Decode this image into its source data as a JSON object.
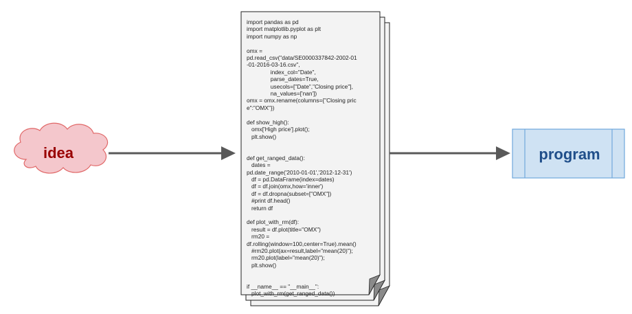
{
  "idea": {
    "label": "idea",
    "fill": "#f4c7cc",
    "stroke": "#e06666",
    "text_color": "#990000"
  },
  "program": {
    "label": "program",
    "fill": "#cfe2f3",
    "stroke": "#6fa8dc",
    "text_color": "#1f4e8a"
  },
  "arrow_color": "#595959",
  "code": {
    "text": "import pandas as pd\nimport matplotlib.pyplot as plt\nimport numpy as np\n\nomx =\npd.read_csv(\"data/SE0000337842-2002-01-01-2016-03-16.csv\",\n               index_col=\"Date\",\n               parse_dates=True,\n               usecols=[\"Date\",\"Closing price\"],\n               na_values=['nan'])\nomx = omx.rename(columns={\"Closing price\":\"OMX\"})\n\ndef show_high():\n   omx['High price'].plot();\n   plt.show()\n\n\ndef get_ranged_data():\n   dates =\npd.date_range('2010-01-01','2012-12-31')\n   df = pd.DataFrame(index=dates)\n   df = df.join(omx,how='inner')\n   df = df.dropna(subset=[\"OMX\"])\n   #print df.head()\n   return df\n\ndef plot_with_rm(df):\n   result = df.plot(title=\"OMX\")\n   rm20 =\ndf.rolling(window=100,center=True).mean()\n   #rm20.plot(ax=result,label=\"mean(20)\");\n   rm20.plot(label=\"mean(20)\");\n   plt.show()\n\n\nif __name__ == \"__main__\":\n   plot_with_rm(get_ranged_data())"
  }
}
